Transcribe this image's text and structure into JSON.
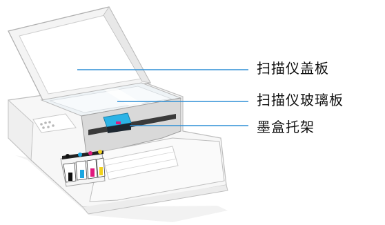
{
  "labels": {
    "scanner_lid": "扫描仪盖板",
    "scanner_glass": "扫描仪玻璃板",
    "cartridge_carriage": "墨盒托架"
  },
  "colors": {
    "callout_line": "#2f8fd6",
    "ink_cyan": "#1aa6e0",
    "ink_magenta": "#e0197d",
    "ink_yellow": "#f2d21b",
    "ink_black": "#111111",
    "carriage": "#2bb3e6"
  }
}
